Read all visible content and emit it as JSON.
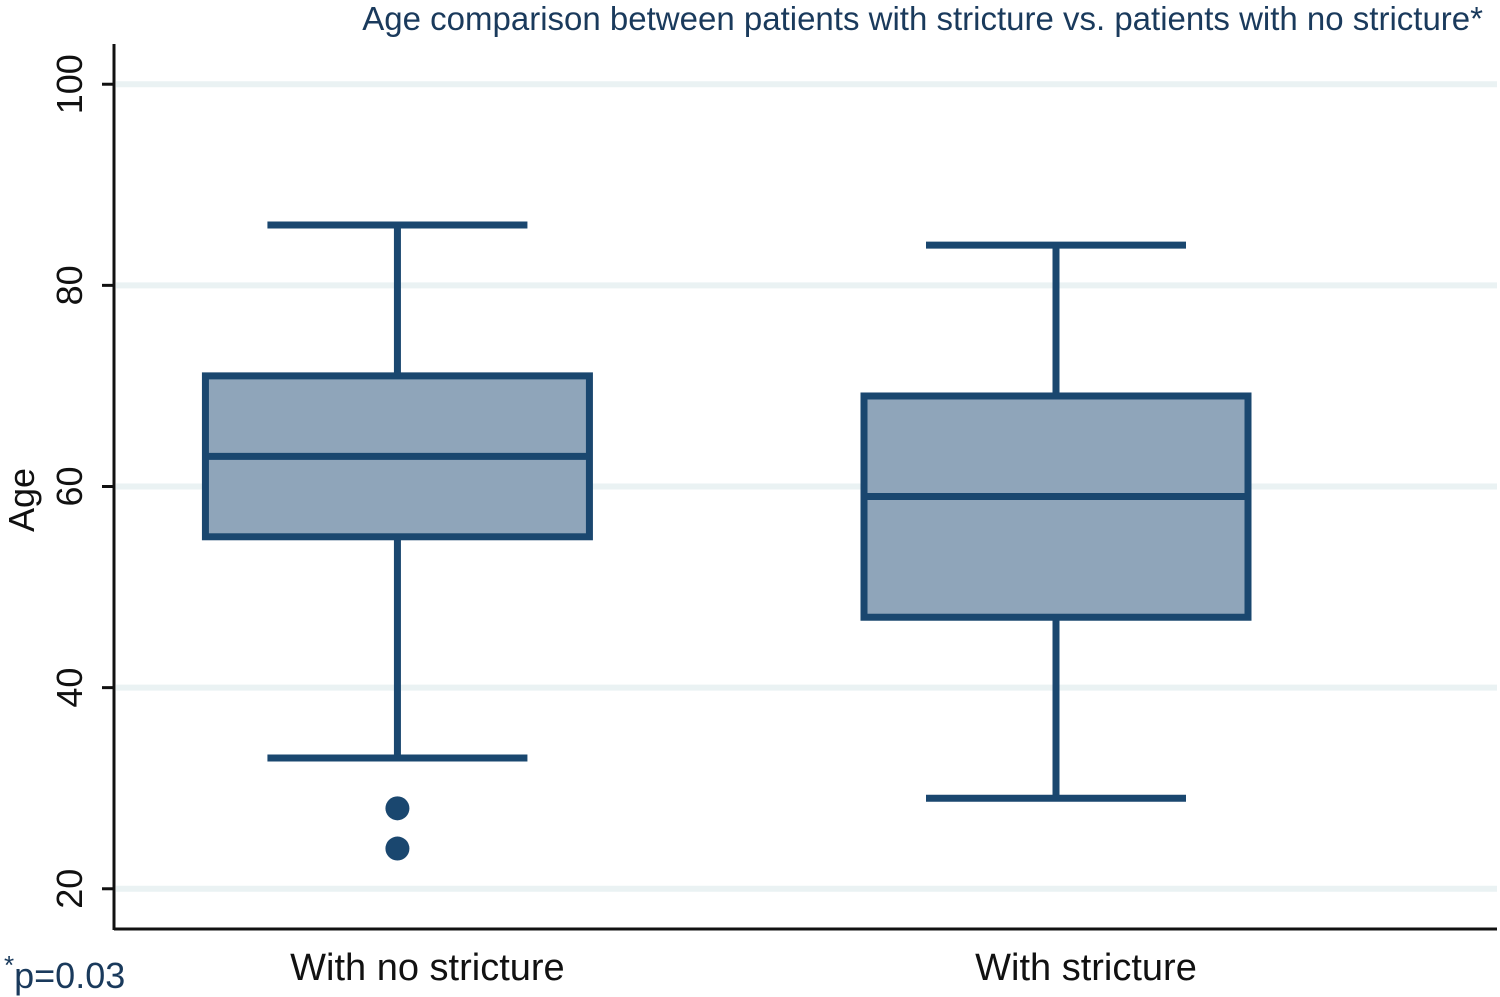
{
  "chart_data": {
    "type": "box",
    "title": "Age comparison between patients with stricture vs. patients with no stricture*",
    "ylabel": "Age",
    "xlabel": "",
    "ylim": [
      16,
      104
    ],
    "yticks": [
      20,
      40,
      60,
      80,
      100
    ],
    "grid": true,
    "categories": [
      "With no stricture",
      "With stricture"
    ],
    "boxes": [
      {
        "category": "With no stricture",
        "whisker_low": 33,
        "q1": 55,
        "median": 63,
        "q3": 71,
        "whisker_high": 86,
        "outliers": [
          28,
          24
        ]
      },
      {
        "category": "With stricture",
        "whisker_low": 29,
        "q1": 47,
        "median": 59,
        "q3": 69,
        "whisker_high": 84,
        "outliers": []
      }
    ],
    "footnote_mark": "*",
    "footnote": "p=0.03",
    "colors": {
      "box_fill": "#8fa5ba",
      "line": "#1a476f",
      "grid": "#eaf2f3",
      "title": "#1a3a5c"
    }
  }
}
